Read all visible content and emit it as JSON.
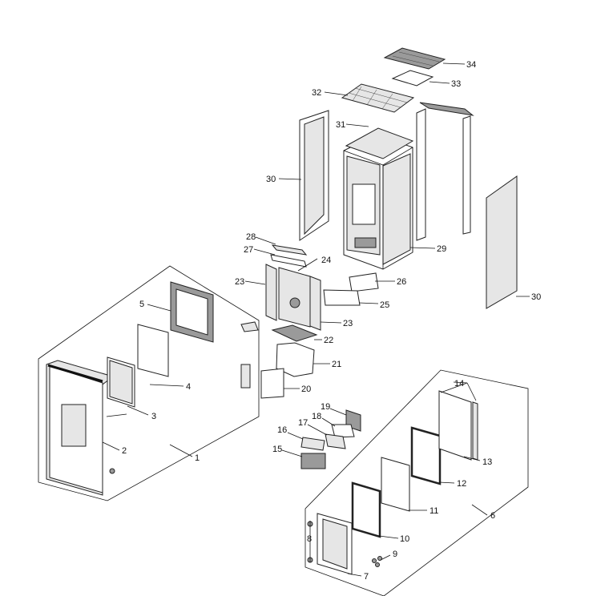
{
  "callouts": {
    "c1": "1",
    "c2": "2",
    "c3": "3",
    "c4": "4",
    "c5": "5",
    "c6": "6",
    "c7": "7",
    "c8": "8",
    "c9": "9",
    "c10": "10",
    "c11": "11",
    "c12": "12",
    "c13": "13",
    "c14": "14",
    "c15": "15",
    "c16": "16",
    "c17": "17",
    "c18": "18",
    "c19": "19",
    "c20": "20",
    "c21": "21",
    "c22": "22",
    "c23a": "23",
    "c23b": "23",
    "c24": "24",
    "c25": "25",
    "c26": "26",
    "c27": "27",
    "c28": "28",
    "c29": "29",
    "c30a": "30",
    "c30b": "30",
    "c31": "31",
    "c32": "32",
    "c33": "33",
    "c34": "34"
  },
  "colors": {
    "line": "#111111",
    "part_fill": "#ffffff",
    "part_shade": "#e6e6e6",
    "part_dark": "#9a9a9a"
  }
}
